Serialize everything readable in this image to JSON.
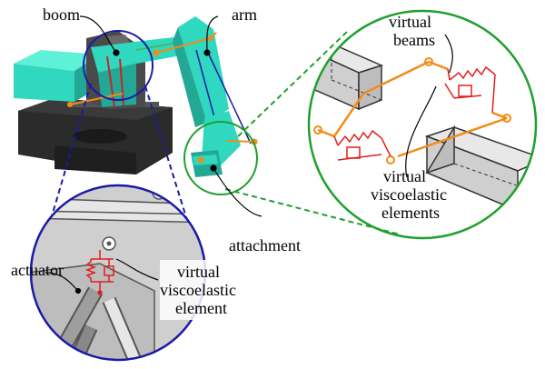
{
  "labels": {
    "boom": "boom",
    "arm": "arm",
    "attachment": "attachment",
    "actuator": "actuator",
    "virtual_beams_line1": "virtual",
    "virtual_beams_line2": "beams",
    "vve_plural_line1": "virtual",
    "vve_plural_line2": "viscoelastic",
    "vve_plural_line3": "elements",
    "vve_single_line1": "virtual",
    "vve_single_line2": "viscoelastic",
    "vve_single_line3": "element"
  },
  "colors": {
    "excavator_body": "#2fd8bf",
    "excavator_dark": "#23a896",
    "base_dark": "#2b2b2b",
    "boom_gray": "#4a4a4a",
    "virtual_beam": "#f28c18",
    "viscoelastic": "#e01f1f",
    "zoom_blue": "#1a1aa6",
    "zoom_green": "#1fa02e",
    "block_gray": "#d8d8d8"
  }
}
